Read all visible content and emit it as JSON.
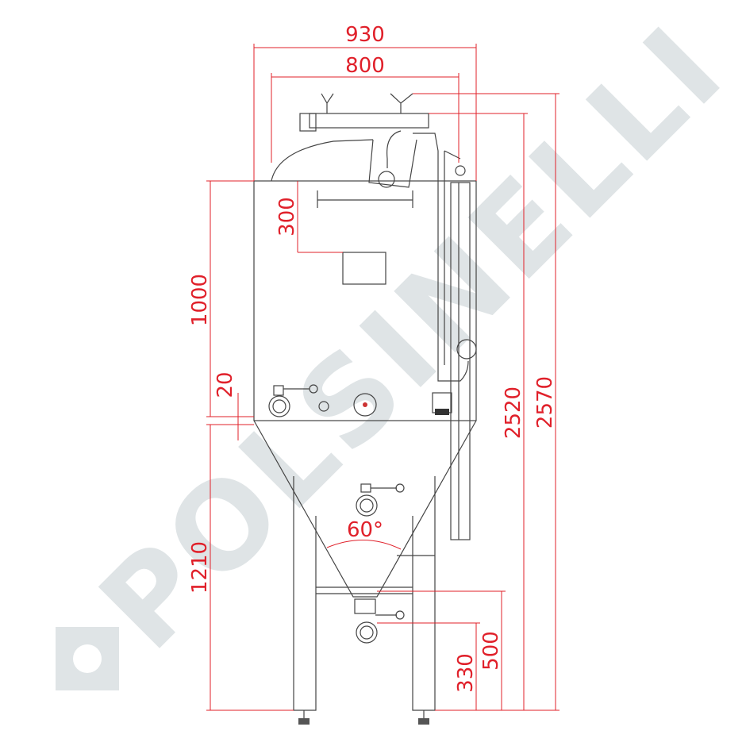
{
  "watermark": {
    "text": "POLSINELLI",
    "color": "#dfe4e6"
  },
  "colors": {
    "dimension": "#e0202a",
    "outline": "#444444"
  },
  "dimensions": {
    "overall_width": "930",
    "tank_width": "800",
    "cylinder_height": "1000",
    "top_offset": "300",
    "gap": "20",
    "cone_height": "1210",
    "cone_angle": "60°",
    "total_height_body": "2520",
    "total_height": "2570",
    "outlet_height": "500",
    "valve_height": "330"
  }
}
